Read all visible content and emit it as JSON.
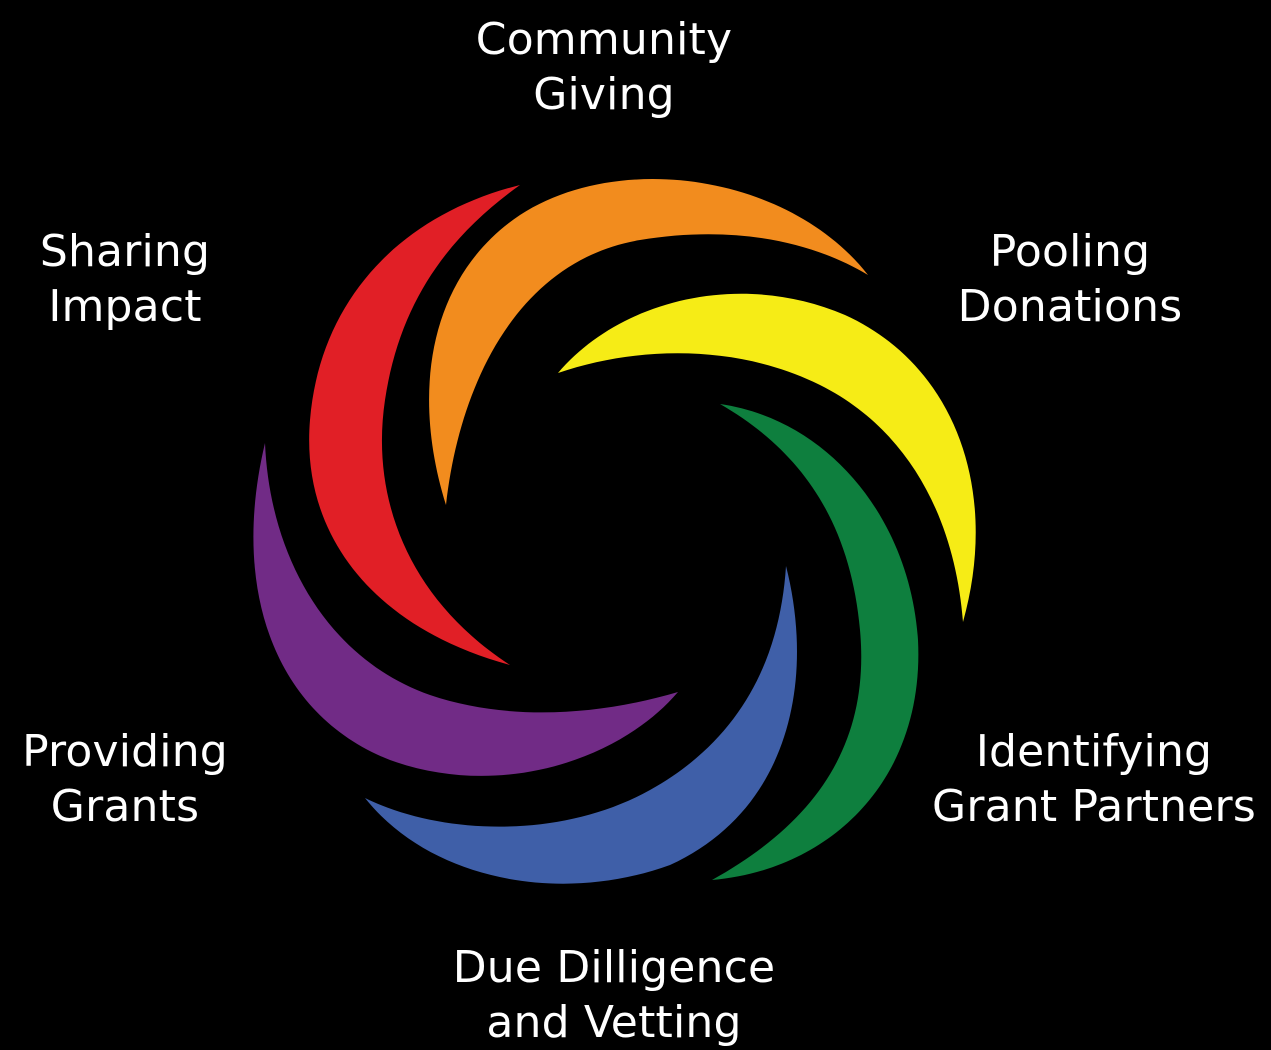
{
  "diagram": {
    "segments": [
      {
        "id": "community-giving",
        "color": "#F28C1E",
        "label_lines": [
          "Community",
          "Giving"
        ]
      },
      {
        "id": "pooling-donations",
        "color": "#F6EC16",
        "label_lines": [
          "Pooling",
          "Donations"
        ]
      },
      {
        "id": "identifying-grant-partners",
        "color": "#0E7F3E",
        "label_lines": [
          "Identifying",
          "Grant Partners"
        ]
      },
      {
        "id": "due-diligence",
        "color": "#3F5FA8",
        "label_lines": [
          "Due Dilligence",
          "and Vetting"
        ]
      },
      {
        "id": "providing-grants",
        "color": "#712B86",
        "label_lines": [
          "Providing",
          "Grants"
        ]
      },
      {
        "id": "sharing-impact",
        "color": "#E11F26",
        "label_lines": [
          "Sharing",
          "Impact"
        ]
      }
    ]
  }
}
